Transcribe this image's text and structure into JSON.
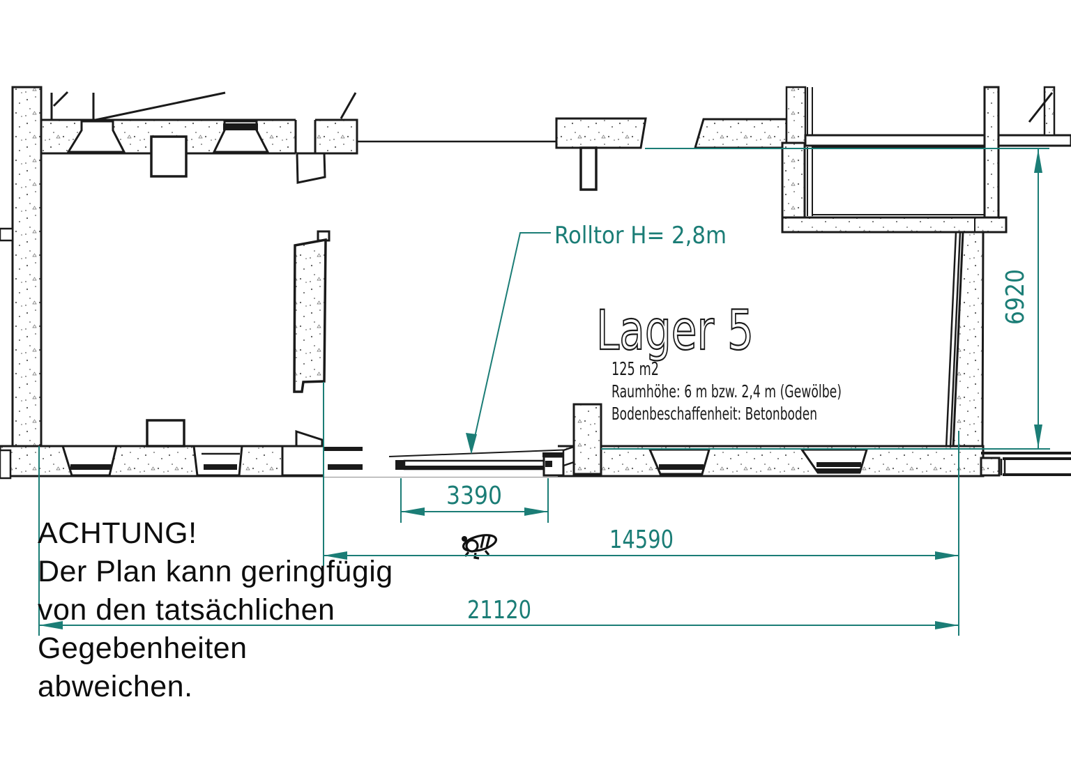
{
  "plan": {
    "room": {
      "name": "Lager 5",
      "area": "125 m2",
      "height_note": "Raumhöhe: 6 m bzw. 2,4 m (Gewölbe)",
      "floor_note": "Bodenbeschaffenheit: Betonboden"
    },
    "gate_label": "Rolltor H= 2,8m",
    "dimensions": {
      "gate_width": "3390",
      "inner_width": "14590",
      "total_width": "21120",
      "room_depth": "6920"
    }
  },
  "annotation": {
    "lines": {
      "0": "ACHTUNG!",
      "1": "Der Plan kann geringfügig",
      "2": "von den tatsächlichen",
      "3": "Gegebenheiten",
      "4": "abweichen."
    }
  },
  "colors": {
    "dimension_teal": "#1B7D76",
    "line_black": "#1A1A1A",
    "wall_speckle": "#555555"
  }
}
